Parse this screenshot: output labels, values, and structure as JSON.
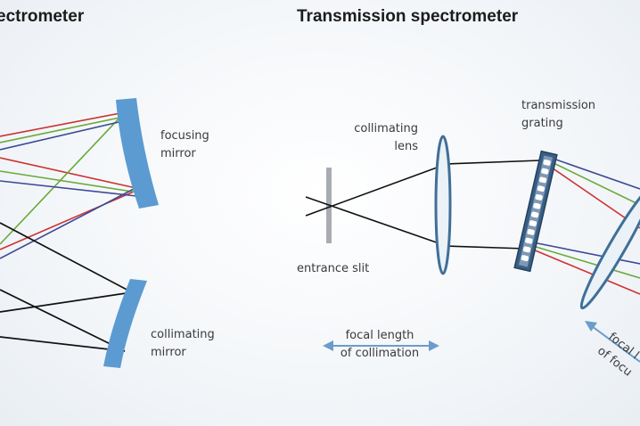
{
  "left_panel": {
    "title": "ectrometer",
    "focusing_mirror": [
      "focusing",
      "mirror"
    ],
    "collimating_mirror": [
      "collimating",
      "mirror"
    ]
  },
  "right_panel": {
    "title": "Transmission spectrometer",
    "collimating_lens": [
      "collimating",
      "lens"
    ],
    "transmission_grating": [
      "transmission",
      "grating"
    ],
    "entrance_slit": "entrance slit",
    "focal_length": [
      "focal length",
      "of collimation"
    ],
    "focal_cut": [
      "focal l",
      "of focu"
    ]
  },
  "colors": {
    "optic_blue": "#5b9bd1",
    "lens_outline": "#3f6f97",
    "ray_red": "#cc3333",
    "ray_green": "#6aaa3a",
    "ray_blue": "#3d4a96",
    "ray_black": "#111111",
    "arrow": "#6a9ccc"
  }
}
